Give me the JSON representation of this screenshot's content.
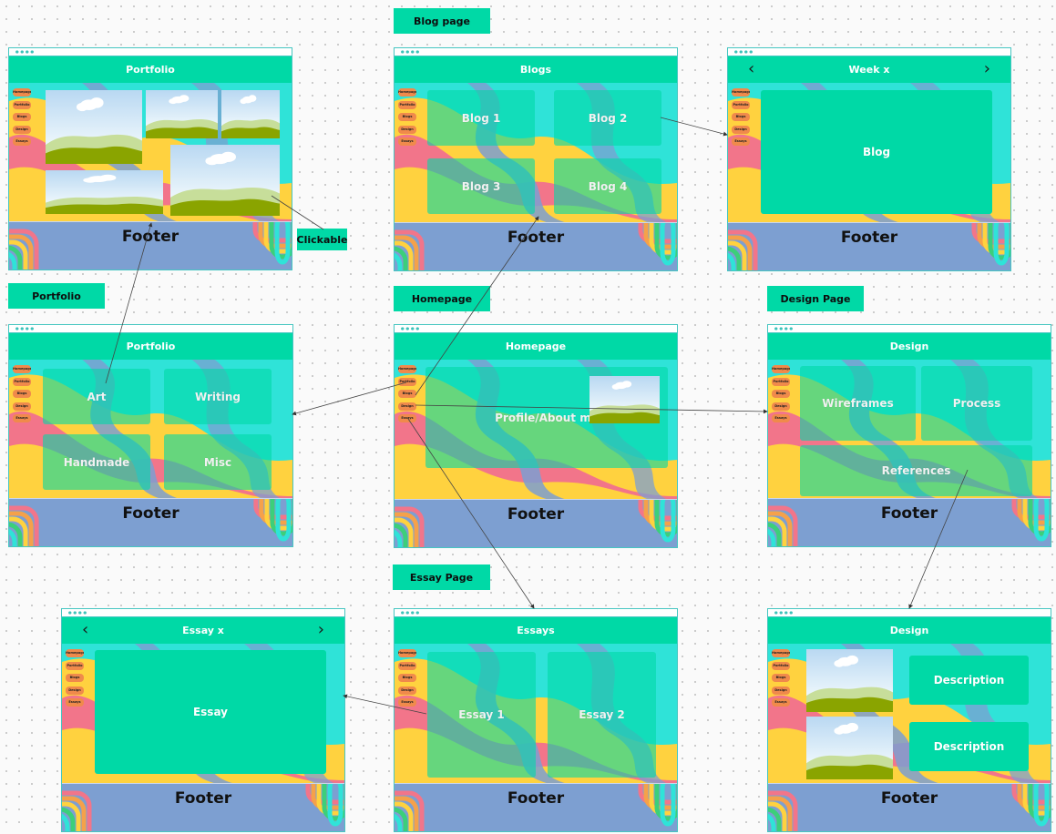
{
  "labels": {
    "blog_page": "Blog page",
    "portfolio": "Portfolio",
    "homepage": "Homepage",
    "design_page": "Design Page",
    "essay_page": "Essay Page",
    "clickable": "Clickable"
  },
  "nav": [
    "Homepage",
    "Portfolio",
    "Blogs",
    "Design",
    "Essays"
  ],
  "footer": "Footer",
  "frames": {
    "portfolio_gallery": {
      "title": "Portfolio"
    },
    "blogs": {
      "title": "Blogs",
      "cards": [
        "Blog 1",
        "Blog 2",
        "Blog 3",
        "Blog 4"
      ]
    },
    "week": {
      "title": "Week x",
      "body": "Blog"
    },
    "portfolio": {
      "title": "Portfolio",
      "cards": [
        "Art",
        "Writing",
        "Handmade",
        "Misc"
      ]
    },
    "homepage": {
      "title": "Homepage",
      "body": "Profile/About me"
    },
    "design": {
      "title": "Design",
      "cards": [
        "Wireframes",
        "Process",
        "References"
      ]
    },
    "essay_x": {
      "title": "Essay x",
      "body": "Essay"
    },
    "essays": {
      "title": "Essays",
      "cards": [
        "Essay 1",
        "Essay 2"
      ]
    },
    "design_detail": {
      "title": "Design",
      "cards": [
        "Description",
        "Description"
      ]
    }
  },
  "icons": {
    "prev": "chevron-left-icon",
    "next": "chevron-right-icon",
    "window_dots": "window-dots-icon",
    "image": "landscape-image-icon"
  },
  "colors": {
    "accent": "#00d9a6",
    "nav_pill": "#f08a4b",
    "content_bg": "#2fe3d8",
    "footer_bg": "#7d9fd1",
    "wave_yellow": "#ffd23f",
    "wave_pink": "#f2758a",
    "wave_blue": "#7d9fd1"
  }
}
